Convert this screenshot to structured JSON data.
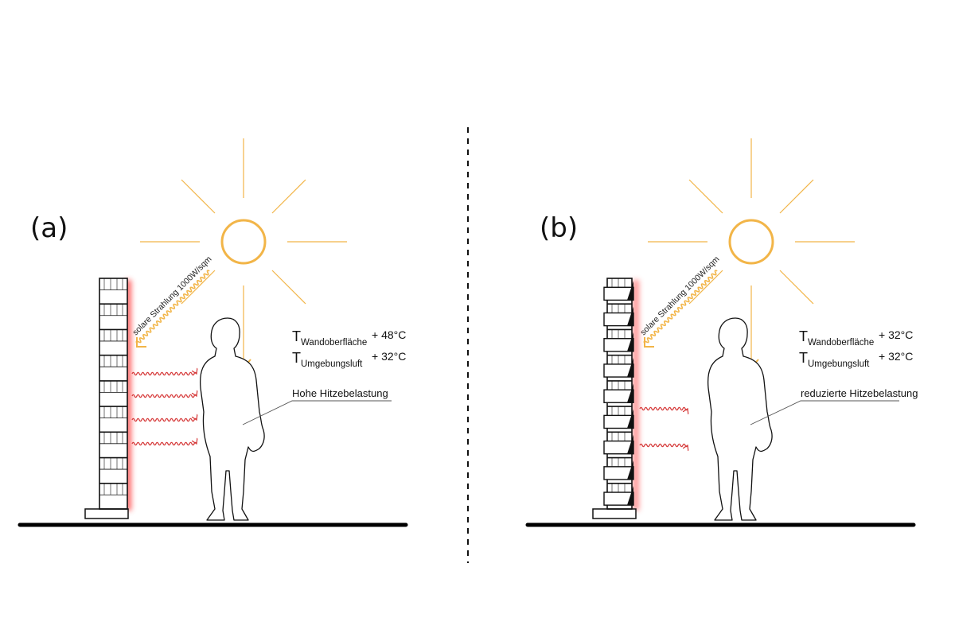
{
  "panels": [
    {
      "label": "(a)",
      "radiation_label": "solare Strahlung 1000W/sqm",
      "wall_surface_temp": {
        "symbol": "T",
        "subscript": "Wandoberfläche",
        "value": "+ 48°C"
      },
      "ambient_air_temp": {
        "symbol": "T",
        "subscript": "Umgebungsluft",
        "value": "+ 32°C"
      },
      "annotation": "Hohe Hitzebelastung",
      "heat_arrow_count": 4
    },
    {
      "label": "(b)",
      "radiation_label": "solare Strahlung 1000W/sqm",
      "wall_surface_temp": {
        "symbol": "T",
        "subscript": "Wandoberfläche",
        "value": "+ 32°C"
      },
      "ambient_air_temp": {
        "symbol": "T",
        "subscript": "Umgebungsluft",
        "value": "+ 32°C"
      },
      "annotation": "reduzierte  Hitzebelastung",
      "heat_arrow_count": 2
    }
  ],
  "colors": {
    "sun": "#f2b548",
    "heat_arrows": "#d63b3b",
    "wall_glow": "#ff4d4d",
    "ground": "#000000",
    "lines": "#111111"
  }
}
